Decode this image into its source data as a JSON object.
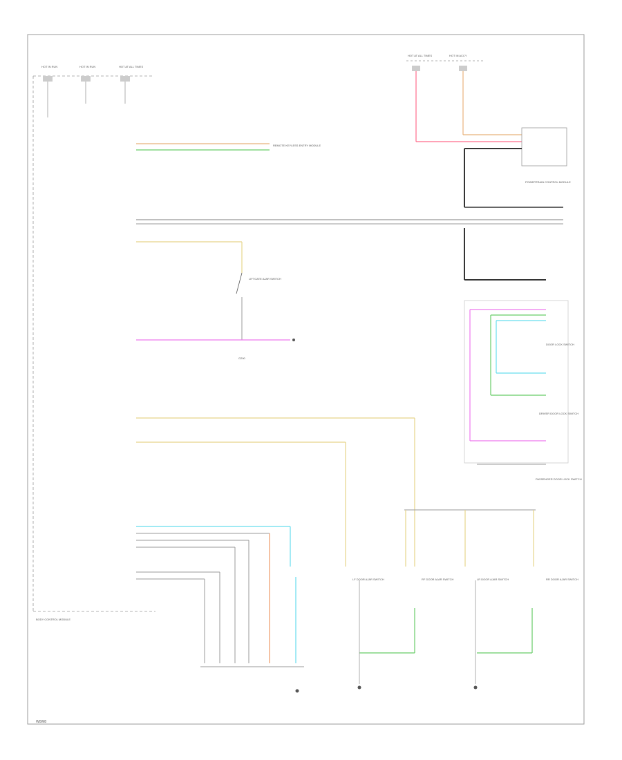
{
  "diagram": {
    "footer_code": "W0W8",
    "colors": {
      "red": "#ff6b8a",
      "tan": "#e8b27a",
      "black": "#333333",
      "gray": "#999999",
      "green": "#66cc66",
      "cyan": "#66ddee",
      "pink": "#ee77ee",
      "yellow": "#e6d48a",
      "orange": "#ee9966",
      "frame": "#9a9a9a"
    },
    "labels": {
      "fuse_top_1": "HOT IN RUN",
      "fuse_top_2": "HOT IN RUN",
      "fuse_top_3": "HOT AT ALL TIMES",
      "fuse_right_1": "HOT AT ALL TIMES",
      "fuse_right_2": "HOT IN ACCY",
      "rke_module": "REMOTE KEYLESS ENTRY MODULE",
      "pcm": "POWERTRAIN CONTROL MODULE",
      "door_lock_switch": "DOOR LOCK SWITCH",
      "liftgate_ajar": "LIFTGATE AJAR SWITCH",
      "ground_point": "G200",
      "driver_door": "DRIVER DOOR LOCK SWITCH",
      "passenger_door": "PASSENGER DOOR LOCK SWITCH",
      "body_control": "BODY CONTROL MODULE",
      "lf_door_ajar": "LF DOOR AJAR SWITCH",
      "rf_door_ajar": "RF DOOR AJAR SWITCH",
      "lr_door_ajar": "LR DOOR AJAR SWITCH",
      "rr_door_ajar": "RR DOOR AJAR SWITCH"
    }
  }
}
